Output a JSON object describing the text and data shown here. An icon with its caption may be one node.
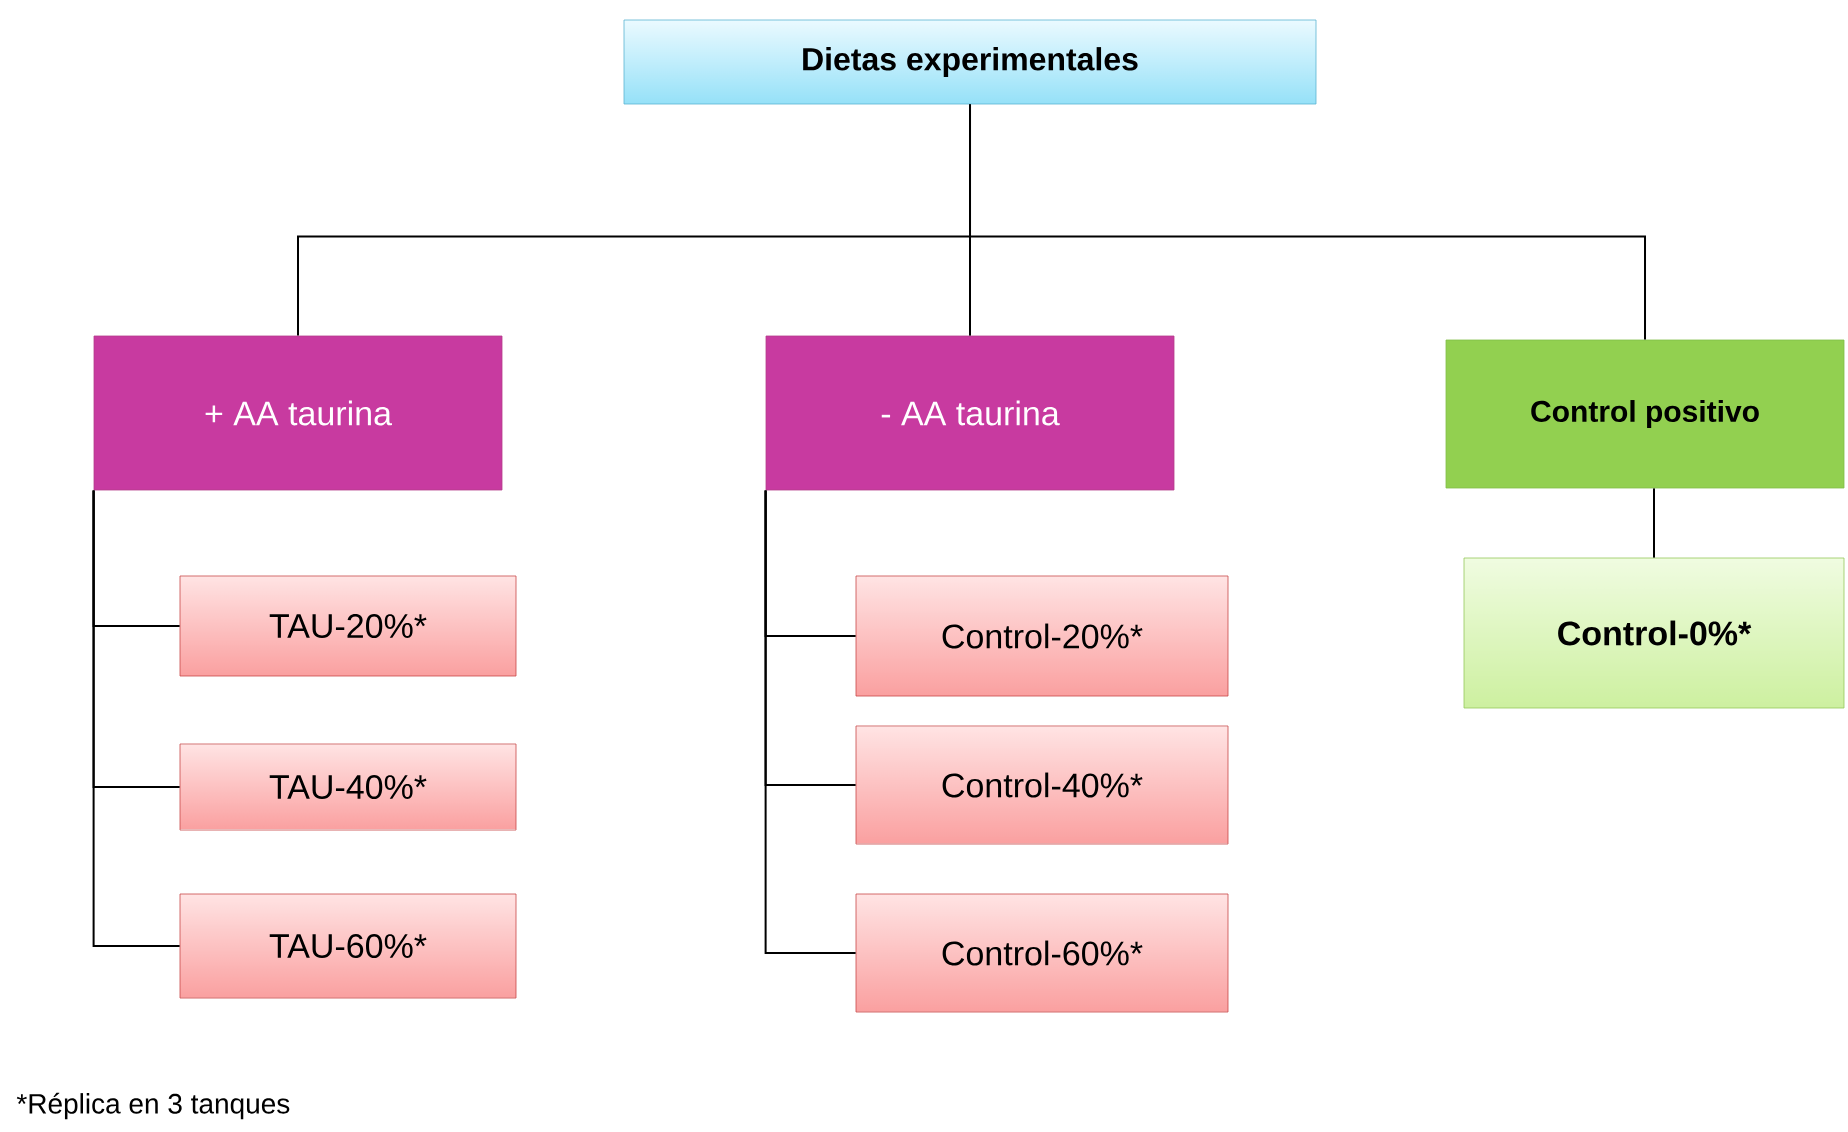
{
  "diagram": {
    "nodes": [
      {
        "text": [
          "Dietas experimentales"
        ]
      },
      {
        "text": [
          "+ AA taurina"
        ]
      },
      {
        "text": [
          "- AA taurina"
        ]
      },
      {
        "text": [
          "Control positivo"
        ]
      },
      {
        "text": [
          "TAU-20%*"
        ]
      },
      {
        "text": [
          "TAU-40%*"
        ]
      },
      {
        "text": [
          "TAU-60%*"
        ]
      },
      {
        "text": [
          "Control-20%*"
        ]
      },
      {
        "text": [
          "Control-40%*"
        ]
      },
      {
        "text": [
          "Control-60%*"
        ]
      },
      {
        "text": [
          "Control-0%*"
        ]
      }
    ],
    "edges": [
      {
        "from": 0,
        "to": 1,
        "arrow": "none"
      },
      {
        "from": 0,
        "to": 2,
        "arrow": "none"
      },
      {
        "from": 0,
        "to": 3,
        "arrow": "none"
      },
      {
        "from": 1,
        "to": 4,
        "arrow": "none"
      },
      {
        "from": 1,
        "to": 5,
        "arrow": "none"
      },
      {
        "from": 1,
        "to": 6,
        "arrow": "none"
      },
      {
        "from": 2,
        "to": 7,
        "arrow": "none"
      },
      {
        "from": 2,
        "to": 8,
        "arrow": "none"
      },
      {
        "from": 2,
        "to": 9,
        "arrow": "none"
      },
      {
        "from": 3,
        "to": 10,
        "arrow": "none"
      }
    ],
    "labels": [
      "*Réplica en 3 tanques"
    ]
  }
}
